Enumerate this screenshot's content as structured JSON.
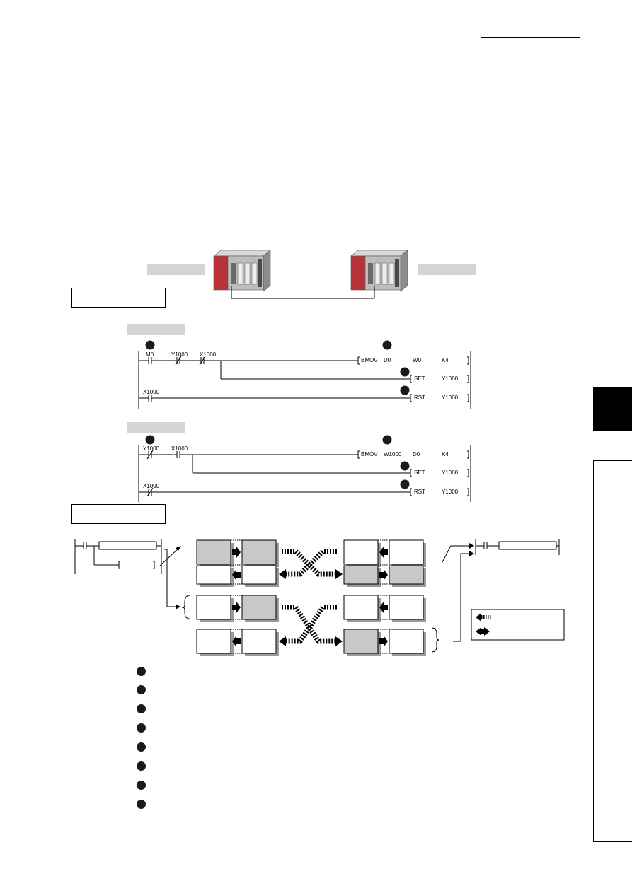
{
  "page": {
    "header_rule": "",
    "chapter_tab": "",
    "side_frame": ""
  },
  "system_diagram": {
    "left_station_tag": "",
    "right_station_tag": "",
    "program_example_box": ""
  },
  "program_1": {
    "tag": "",
    "markers": [
      "",
      "",
      ""
    ],
    "rung1": {
      "contacts": [
        "M0",
        "Y1000",
        "X1000"
      ],
      "instruction": "BMOV",
      "operands": [
        "D0",
        "W0",
        "K4"
      ],
      "set_instruction": "SET",
      "set_operand": "Y1000"
    },
    "rung2": {
      "contact": "X1000",
      "instruction": "RST",
      "operand": "Y1000"
    }
  },
  "program_2": {
    "tag": "",
    "markers": [
      "",
      "",
      ""
    ],
    "rung1": {
      "contacts": [
        "Y1000",
        "X1000"
      ],
      "instruction": "BMOV",
      "operands": [
        "W1000",
        "D0",
        "K4"
      ],
      "set_instruction": "SET",
      "set_operand": "Y1000"
    },
    "rung2": {
      "contact": "X1000",
      "instruction": "RST",
      "operand": "Y1000"
    }
  },
  "operation_diagram": {
    "box_label": "",
    "legend": [
      "",
      ""
    ]
  },
  "description_items": [
    "",
    "",
    "",
    "",
    "",
    "",
    "",
    ""
  ],
  "colors": {
    "plc_red": "#b8323a",
    "plc_gray": "#9a9a9a",
    "cell_gray": "#c8c8c8",
    "tag_gray": "#d4d4d4"
  }
}
